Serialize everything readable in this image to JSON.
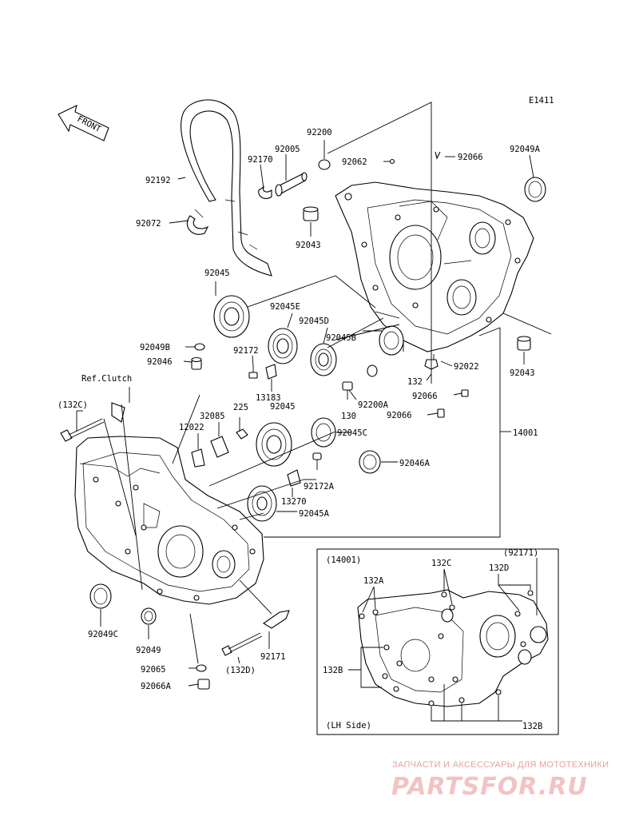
{
  "diagram_code": "E1411",
  "front_arrow": "FRONT",
  "labels": {
    "p92200": "92200",
    "p92005": "92005",
    "p92170": "92170",
    "p92062": "92062",
    "p92066a": "92066",
    "p92049A": "92049A",
    "p92192": "92192",
    "p92072": "92072",
    "p92043a": "92043",
    "p92045a": "92045",
    "p92045E": "92045E",
    "p92045D": "92045D",
    "p92045B": "92045B",
    "p92049B": "92049B",
    "p92046": "92046",
    "p92172": "92172",
    "p132": "132",
    "p92022": "92022",
    "p92043b": "92043",
    "p13183": "13183",
    "p92066b": "92066",
    "refclutch": "Ref.Clutch",
    "p132C": "(132C)",
    "p225": "225",
    "p32085": "32085",
    "p12022": "12022",
    "p92045b": "92045",
    "p92200A": "92200A",
    "p130": "130",
    "p92066c": "92066",
    "p14001": "14001",
    "p92045C": "92045C",
    "p92046A": "92046A",
    "p92172A": "92172A",
    "p13270": "13270",
    "p92045A": "92045A",
    "p92049C": "92049C",
    "p92049": "92049",
    "p92171": "92171",
    "p92065": "92065",
    "p132D": "(132D)",
    "p92066A": "92066A"
  },
  "inset": {
    "title": "(14001)",
    "ref": "(92171)",
    "side": "(LH Side)",
    "l132A": "132A",
    "l132C": "132C",
    "l132D": "132D",
    "l132B1": "132B",
    "l132B2": "132B"
  },
  "watermark": {
    "tagline": "ЗАПЧАСТИ И АКСЕССУАРЫ ДЛЯ МОТОТЕХНИКИ",
    "logo": "PARTSFOR.RU"
  }
}
